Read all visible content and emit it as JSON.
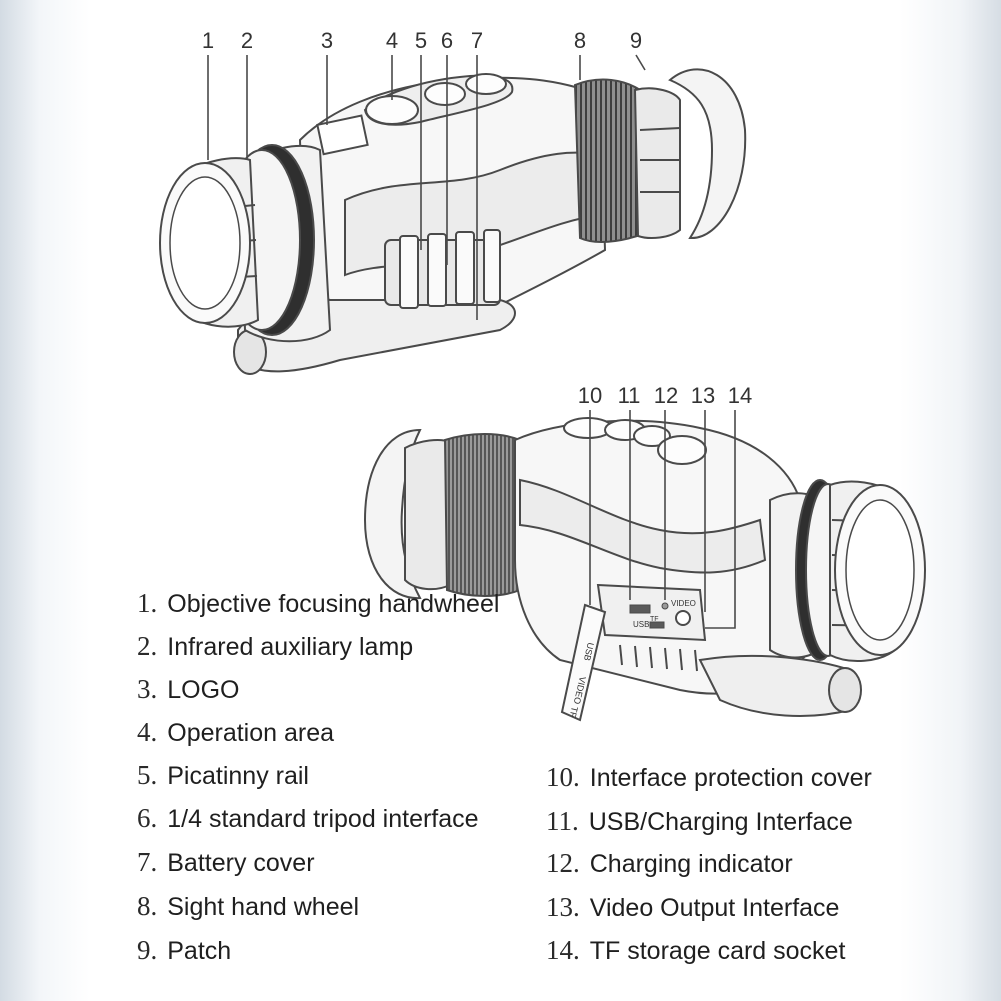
{
  "callouts_top": [
    "1",
    "2",
    "3",
    "4",
    "5",
    "6",
    "7",
    "8",
    "9"
  ],
  "callouts_bottom": [
    "10",
    "11",
    "12",
    "13",
    "14"
  ],
  "port_labels": {
    "usb": "USB",
    "video": "VIDEO",
    "tf": "TF"
  },
  "cover_labels": {
    "usb": "USB",
    "video": "VIDEO",
    "tf": "TF"
  },
  "legend_left": [
    {
      "num": "1.",
      "label": "Objective focusing handwheel"
    },
    {
      "num": "2.",
      "label": "Infrared auxiliary lamp"
    },
    {
      "num": "3.",
      "label": "LOGO"
    },
    {
      "num": "4.",
      "label": "Operation area"
    },
    {
      "num": "5.",
      "label": "Picatinny rail"
    },
    {
      "num": "6.",
      "label": "1/4 standard tripod interface"
    },
    {
      "num": "7.",
      "label": "Battery cover"
    },
    {
      "num": "8.",
      "label": "Sight hand wheel"
    },
    {
      "num": "9.",
      "label": "Patch"
    }
  ],
  "legend_right": [
    {
      "num": "10.",
      "label": "Interface protection cover"
    },
    {
      "num": "11.",
      "label": "USB/Charging Interface"
    },
    {
      "num": "12.",
      "label": "Charging indicator"
    },
    {
      "num": "13.",
      "label": "Video Output Interface"
    },
    {
      "num": "14.",
      "label": "TF storage card socket"
    }
  ],
  "colors": {
    "line": "#4a4a4a",
    "body": "#f7f7f7",
    "shade": "#d9d9d9",
    "dark": "#5a5a5a"
  }
}
